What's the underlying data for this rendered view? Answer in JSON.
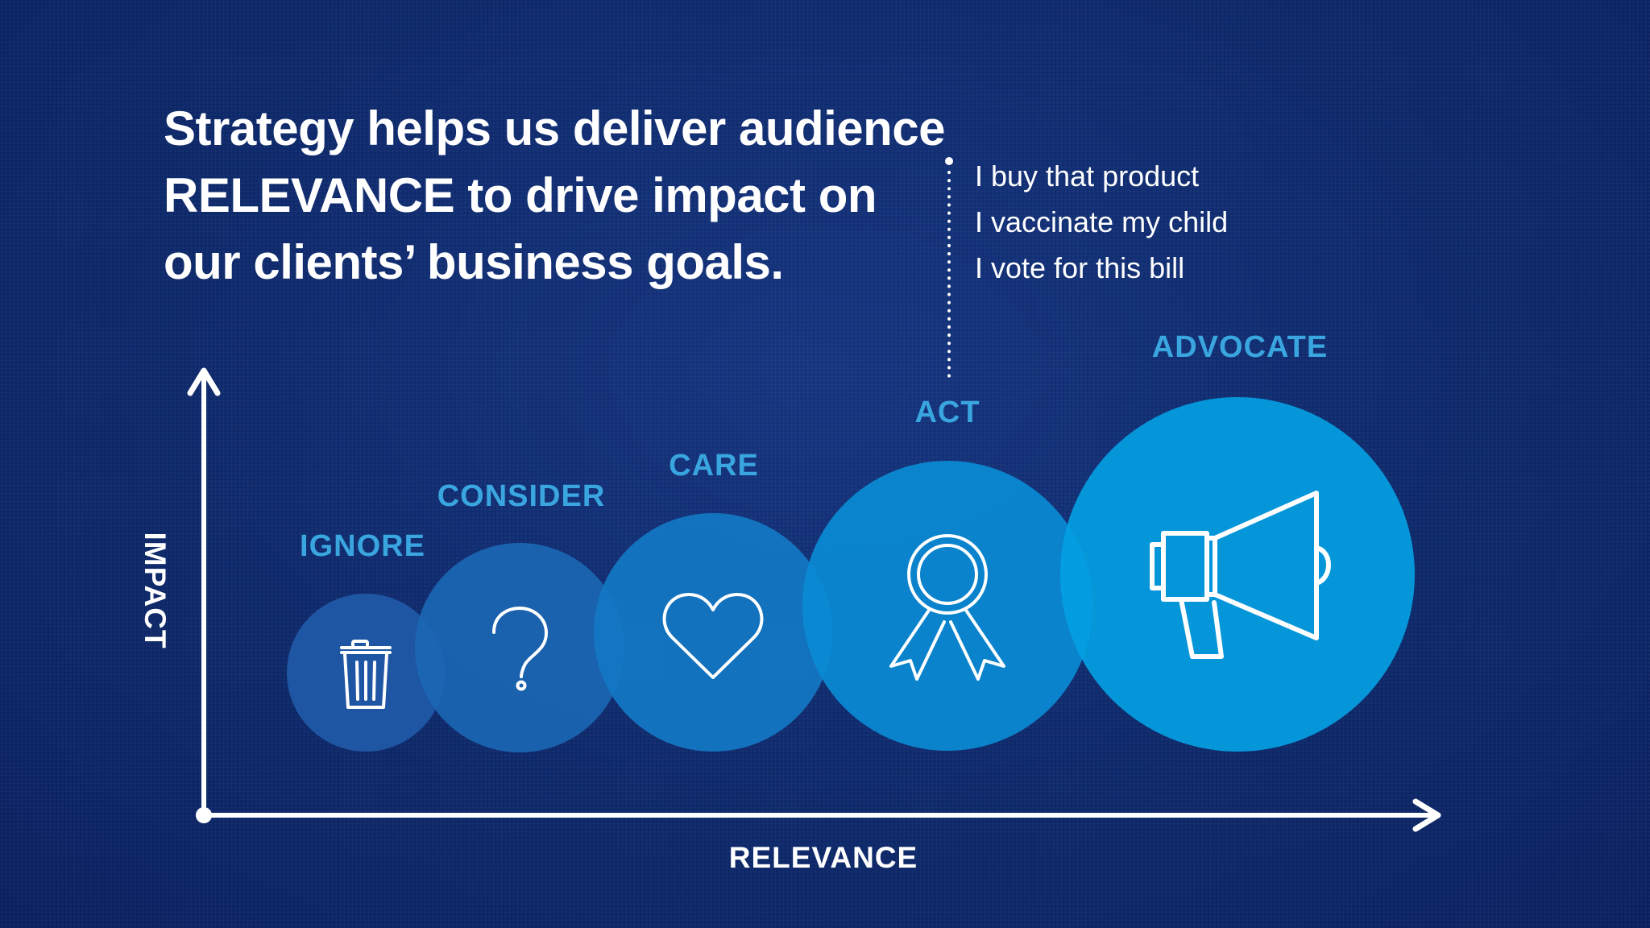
{
  "headline": {
    "line1": "Strategy helps us deliver audience",
    "line2": "RELEVANCE to drive impact on",
    "line3": "our clients’ business goals."
  },
  "act_examples": [
    "I buy that product",
    "I vaccinate my child",
    "I vote for this bill"
  ],
  "axes": {
    "y_label": "IMPACT",
    "x_label": "RELEVANCE"
  },
  "stages": [
    {
      "label": "IGNORE",
      "icon": "trash-can-icon",
      "color": "#1f5aa8"
    },
    {
      "label": "CONSIDER",
      "icon": "question-mark-icon",
      "color": "#1b66b3"
    },
    {
      "label": "CARE",
      "icon": "heart-icon",
      "color": "#1478c4"
    },
    {
      "label": "ACT",
      "icon": "award-ribbon-icon",
      "color": "#0a8bd4"
    },
    {
      "label": "ADVOCATE",
      "icon": "megaphone-icon",
      "color": "#049fe3"
    }
  ],
  "colors": {
    "background": "#0f2a6b",
    "label_accent": "#3aa6e0",
    "text": "#ffffff"
  }
}
